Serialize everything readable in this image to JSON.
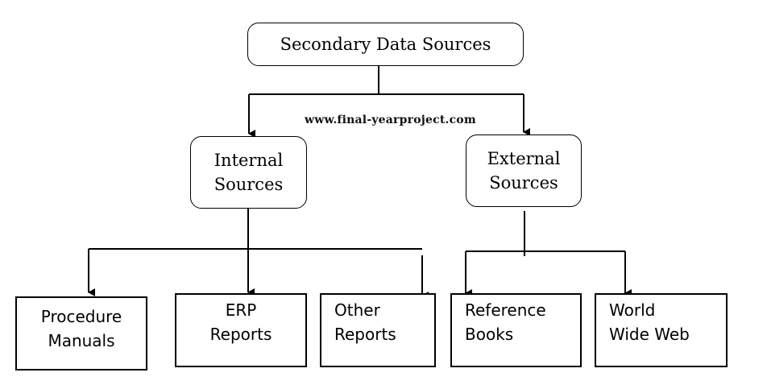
{
  "diagram": {
    "root": {
      "label": "Secondary Data Sources"
    },
    "internal": {
      "line1": "Internal",
      "line2": "Sources"
    },
    "external": {
      "line1": "External",
      "line2": "Sources"
    },
    "leaves": [
      {
        "line1": "Procedure",
        "line2": "Manuals"
      },
      {
        "line1": "ERP",
        "line2": "Reports"
      },
      {
        "line1": "Other",
        "line2": "Reports"
      },
      {
        "line1": "Reference",
        "line2": "Books"
      },
      {
        "line1": "World",
        "line2": "Wide Web"
      }
    ],
    "watermark": "www.final-yearproject.com"
  }
}
